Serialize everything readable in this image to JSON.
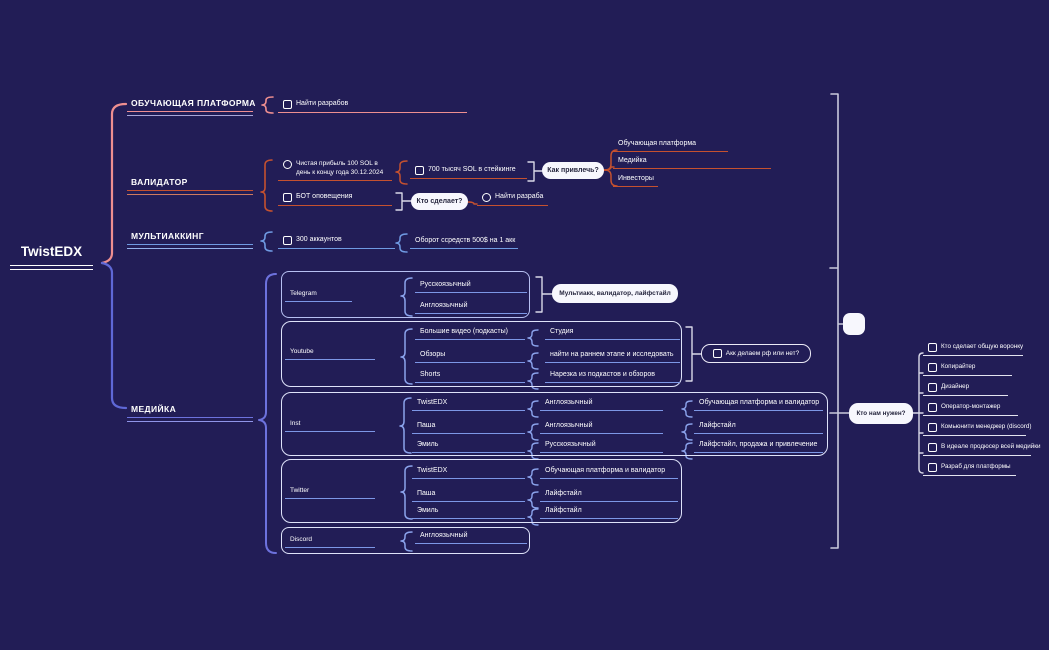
{
  "colors": {
    "background": "#221d56",
    "pink": "#ee8f90",
    "orange": "#c5512f",
    "blue": "#6f9ae2",
    "violet": "#6d72dd",
    "white": "#ffffff"
  },
  "root": {
    "label": "TwistEDX"
  },
  "edu": {
    "title": "ОБУЧАЮЩАЯ ПЛАТФОРМА",
    "find_dev": "Найти разрабов"
  },
  "validator": {
    "title": "ВАЛИДАТОР",
    "profit": "Чистая прибыль 100 SOL в день к концу года 30.12.2024",
    "staking": "700 тысяч SOL в стейкинге",
    "attract_question": "Как привлечь?",
    "attract": [
      "Обучающая платформа",
      "Медийка",
      "Инвесторы"
    ],
    "bot": "БОТ оповещения",
    "who_question": "Кто сделает?",
    "find_dev": "Найти разраба"
  },
  "multiacc": {
    "title": "МУЛЬТИАККИНГ",
    "accounts": "300 аккаунтов",
    "turnover": "Оборот ссредств 500$ на 1 акк"
  },
  "media": {
    "title": "МЕДИЙКА",
    "telegram": {
      "label": "Telegram",
      "items": [
        "Русскоязычный",
        "Англоязычный"
      ],
      "summary": "Мультиакк, валидатор, лайфстайл"
    },
    "youtube": {
      "label": "Youtube",
      "note": "Акк делаем рф или нет?",
      "rows": [
        [
          "Большие видео (подкасты)",
          "Студия"
        ],
        [
          "Обзоры",
          "найти на раннем этапе и исследовать"
        ],
        [
          "Shorts",
          "Нарезка из подкастов и обзоров"
        ]
      ]
    },
    "inst": {
      "label": "Inst",
      "rows": [
        [
          "TwistEDX",
          "Англоязычный",
          "Обучающая платформа и валидатор"
        ],
        [
          "Паша",
          "Англоязычный",
          "Лайфстайл"
        ],
        [
          "Эмиль",
          "Русскоязычный",
          "Лайфстайл, продажа и привлечение"
        ]
      ]
    },
    "twitter": {
      "label": "Twitter",
      "rows": [
        [
          "TwistEDX",
          "Обучающая платформа и валидатор"
        ],
        [
          "Паша",
          "Лайфстайл"
        ],
        [
          "Эмиль",
          "Лайфстайл"
        ]
      ]
    },
    "discord": {
      "label": "Discord",
      "items": [
        "Англоязычный"
      ]
    }
  },
  "team": {
    "question": "Кто нам нужен?",
    "items": [
      "Кто сделает общую воронку",
      "Копирайтер",
      "Дизайнер",
      "Оператор-монтажер",
      "Комьюнити менеджер (discord)",
      "В идеале продюсер всей медийки",
      "Разраб для платформы"
    ]
  }
}
